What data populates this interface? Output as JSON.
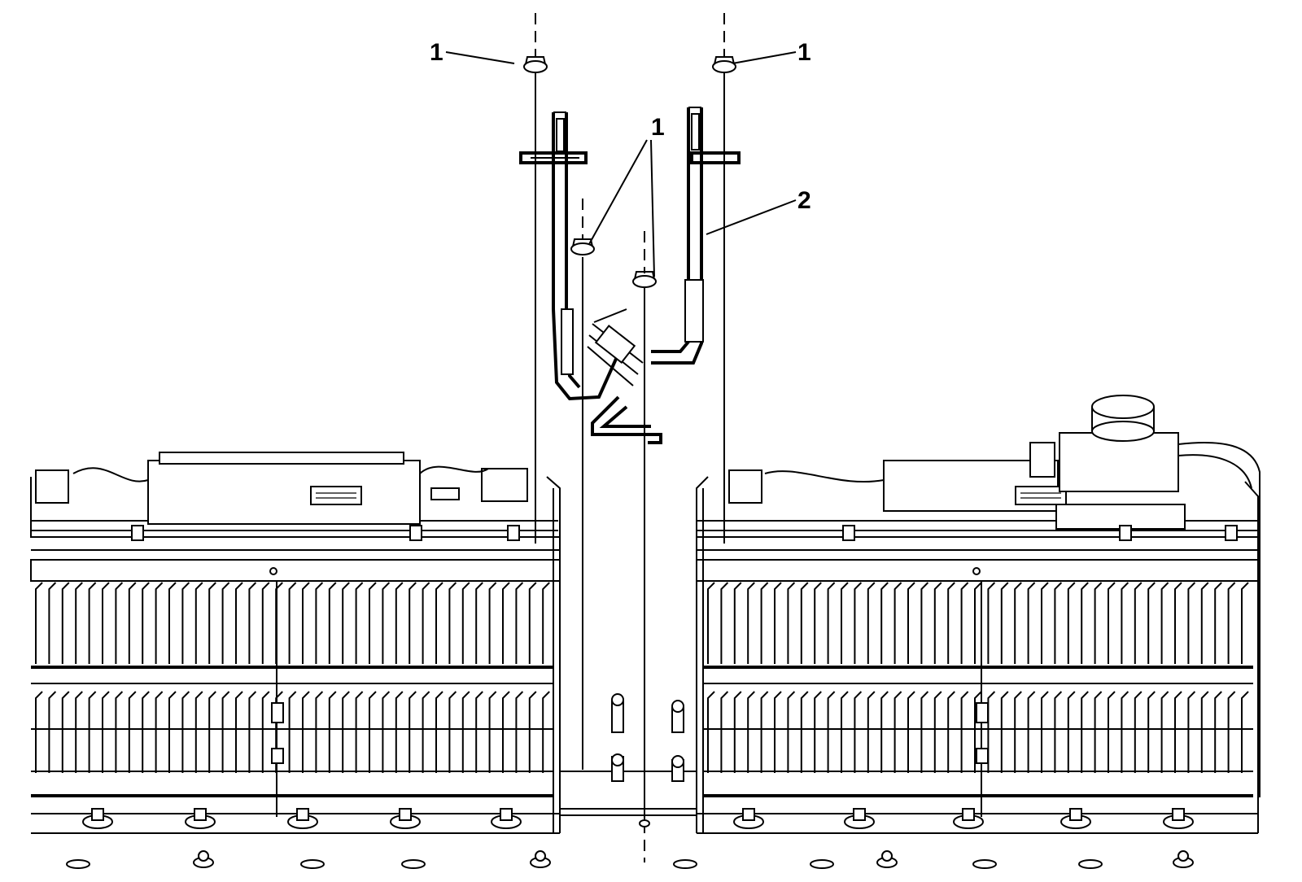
{
  "callouts": [
    {
      "id": "c1a",
      "label": "1"
    },
    {
      "id": "c1b",
      "label": "1"
    },
    {
      "id": "c1c",
      "label": "1"
    },
    {
      "id": "c2",
      "label": "2"
    }
  ],
  "colors": {
    "line": "#000000",
    "background": "#ffffff"
  }
}
